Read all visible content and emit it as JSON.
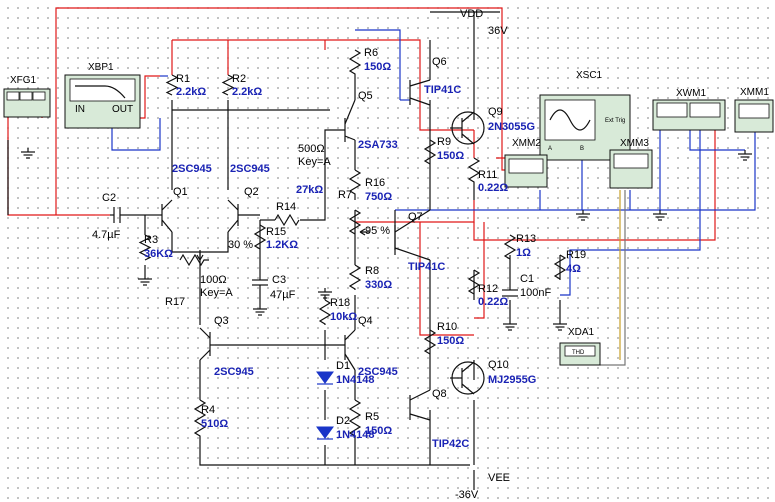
{
  "rails": {
    "vdd": "VDD",
    "vdd_value": "36V",
    "vee": "VEE",
    "vee_value": "-36V"
  },
  "instruments": {
    "xfg1": "XFG1",
    "xbp1": "XBP1",
    "xbp1_in": "IN",
    "xbp1_out": "OUT",
    "xsc1": "XSC1",
    "xsc1_a": "A",
    "xsc1_b": "B",
    "xsc1_ext": "Ext Trig",
    "xmm1": "XMM1",
    "xmm2": "XMM2",
    "xmm3": "XMM3",
    "xwm1": "XWM1",
    "xda1": "XDA1",
    "xda1_screen": "THD"
  },
  "components": {
    "r1": {
      "ref": "R1",
      "value": "2.2kΩ"
    },
    "r2": {
      "ref": "R2",
      "value": "2.2kΩ"
    },
    "r3": {
      "ref": "R3",
      "value": "36KΩ"
    },
    "r4": {
      "ref": "R4",
      "value": "510Ω"
    },
    "r5": {
      "ref": "R5",
      "value": "150Ω"
    },
    "r6": {
      "ref": "R6",
      "value": "150Ω"
    },
    "r7": {
      "ref": "R7",
      "value": "500Ω",
      "key": "Key=A",
      "percent": "95 %"
    },
    "r8": {
      "ref": "R8",
      "value": "330Ω"
    },
    "r9": {
      "ref": "R9",
      "value": "150Ω"
    },
    "r10": {
      "ref": "R10",
      "value": "150Ω"
    },
    "r11": {
      "ref": "R11",
      "value": "0.22Ω"
    },
    "r12": {
      "ref": "R12",
      "value": "0.22Ω"
    },
    "r13": {
      "ref": "R13",
      "value": "1Ω"
    },
    "r14": {
      "ref": "R14",
      "value": "27kΩ"
    },
    "r15": {
      "ref": "R15",
      "value": "1.2KΩ"
    },
    "r16": {
      "ref": "R16",
      "value": "750Ω"
    },
    "r17": {
      "ref": "R17",
      "value": "100Ω",
      "key": "Key=A",
      "percent": "30 %"
    },
    "r18": {
      "ref": "R18",
      "value": "10kΩ"
    },
    "r19": {
      "ref": "R19",
      "value": "4Ω"
    },
    "c1": {
      "ref": "C1",
      "value": "100nF"
    },
    "c2": {
      "ref": "C2",
      "value": "4.7µF"
    },
    "c3": {
      "ref": "C3",
      "value": "47µF"
    },
    "d1": {
      "ref": "D1",
      "value": "1N4148"
    },
    "d2": {
      "ref": "D2",
      "value": "1N4148"
    },
    "q1": {
      "ref": "Q1",
      "part": "2SC945"
    },
    "q2": {
      "ref": "Q2",
      "part": "2SC945"
    },
    "q3": {
      "ref": "Q3",
      "part": "2SC945"
    },
    "q4": {
      "ref": "Q4",
      "part": "2SC945"
    },
    "q5": {
      "ref": "Q5",
      "part": "2SA733"
    },
    "q6": {
      "ref": "Q6",
      "part": "TIP41C"
    },
    "q7": {
      "ref": "Q7",
      "part": "TIP41C"
    },
    "q8": {
      "ref": "Q8",
      "part": "TIP42C"
    },
    "q9": {
      "ref": "Q9",
      "part": "2N3055G"
    },
    "q10": {
      "ref": "Q10",
      "part": "MJ2955G"
    }
  },
  "colors": {
    "wire_red": "#e01818",
    "wire_blue": "#1a35c8",
    "wire_black": "#111111",
    "value_text": "#1a23b4",
    "grid_dot": "#9a9a9a",
    "instrument_body": "#d8ead8"
  }
}
